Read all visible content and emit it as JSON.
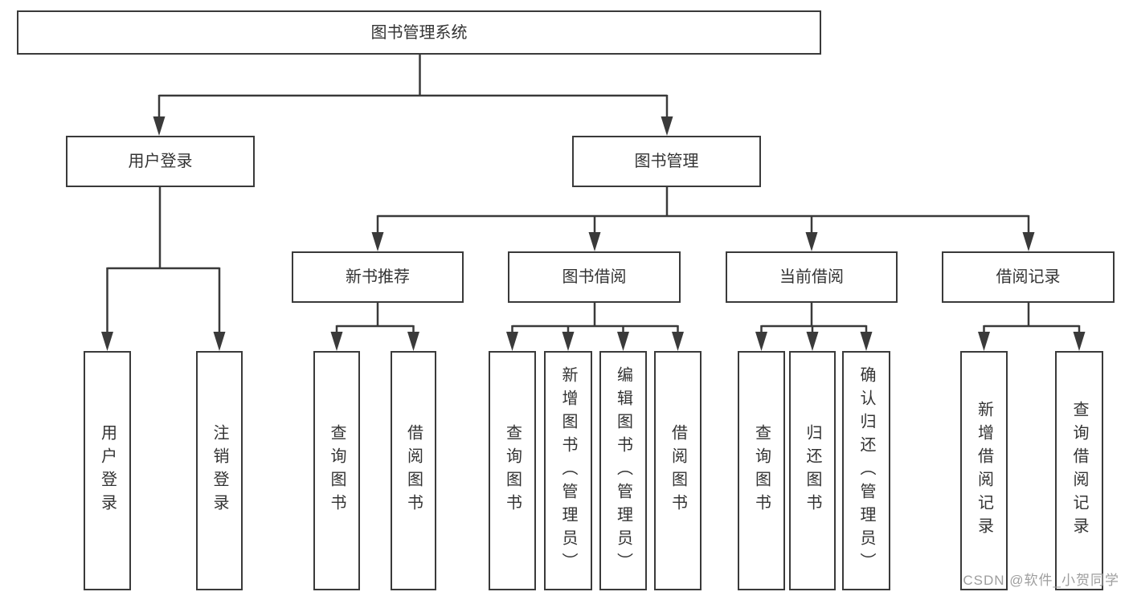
{
  "diagram": {
    "title": "图书管理系统",
    "branches": [
      {
        "label": "用户登录",
        "children": [
          {
            "label": "用户登录"
          },
          {
            "label": "注销登录"
          }
        ]
      },
      {
        "label": "图书管理",
        "children": [
          {
            "label": "新书推荐",
            "children": [
              {
                "label": "查询图书"
              },
              {
                "label": "借阅图书"
              }
            ]
          },
          {
            "label": "图书借阅",
            "children": [
              {
                "label": "查询图书"
              },
              {
                "label": "新增图书（管理员）"
              },
              {
                "label": "编辑图书（管理员）"
              },
              {
                "label": "借阅图书"
              }
            ]
          },
          {
            "label": "当前借阅",
            "children": [
              {
                "label": "查询图书"
              },
              {
                "label": "归还图书"
              },
              {
                "label": "确认归还（管理员）"
              }
            ]
          },
          {
            "label": "借阅记录",
            "children": [
              {
                "label": "新增借阅记录"
              },
              {
                "label": "查询借阅记录"
              }
            ]
          }
        ]
      }
    ],
    "watermark": "CSDN @软件_小贺同学",
    "colors": {
      "line": "#3a3a3a",
      "text": "#333333",
      "watermark": "#9e9e9e",
      "background": "#ffffff"
    }
  }
}
